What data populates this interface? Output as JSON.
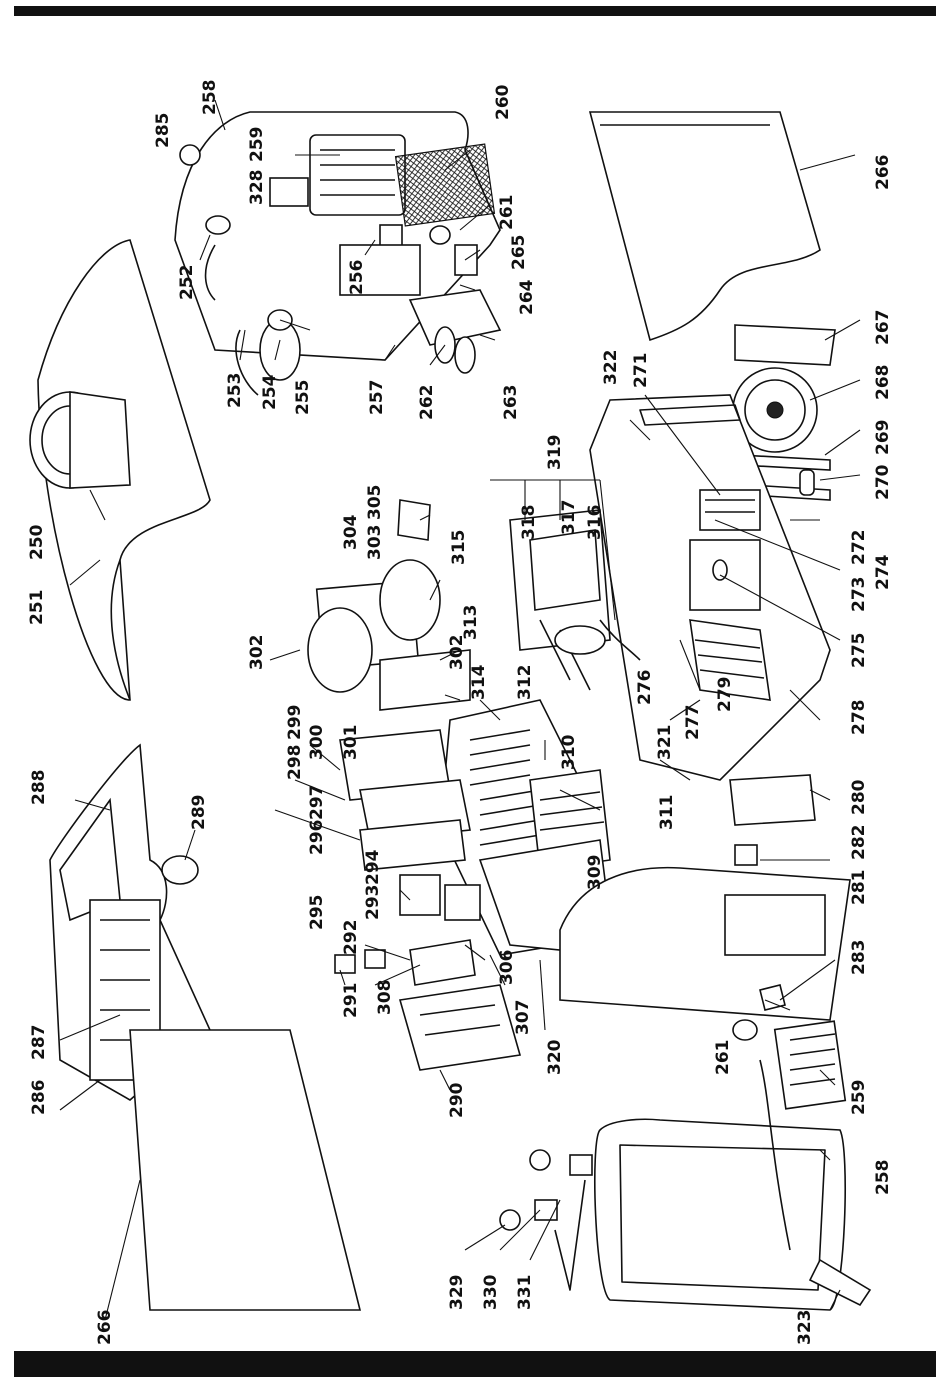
{
  "page": {
    "background": "#ffffff",
    "bar_color": "#111111"
  },
  "callouts": [
    "250",
    "251",
    "252",
    "253",
    "254",
    "255",
    "256",
    "257",
    "258",
    "259",
    "260",
    "261",
    "262",
    "263",
    "264",
    "265",
    "266",
    "267",
    "268",
    "269",
    "270",
    "271",
    "272",
    "273",
    "274",
    "275",
    "276",
    "277",
    "278",
    "279",
    "280",
    "281",
    "282",
    "283",
    "285",
    "286",
    "287",
    "288",
    "289",
    "290",
    "291",
    "292",
    "293",
    "294",
    "295",
    "296",
    "297",
    "298",
    "299",
    "300",
    "301",
    "302",
    "303",
    "304",
    "305",
    "306",
    "307",
    "308",
    "309",
    "310",
    "311",
    "312",
    "313",
    "314",
    "315",
    "316",
    "317",
    "318",
    "319",
    "320",
    "321",
    "322",
    "323",
    "328",
    "329",
    "330",
    "331"
  ],
  "repeated_callouts": {
    "259b": "259",
    "258b": "258",
    "261b": "261",
    "266b": "266",
    "302b": "302"
  }
}
